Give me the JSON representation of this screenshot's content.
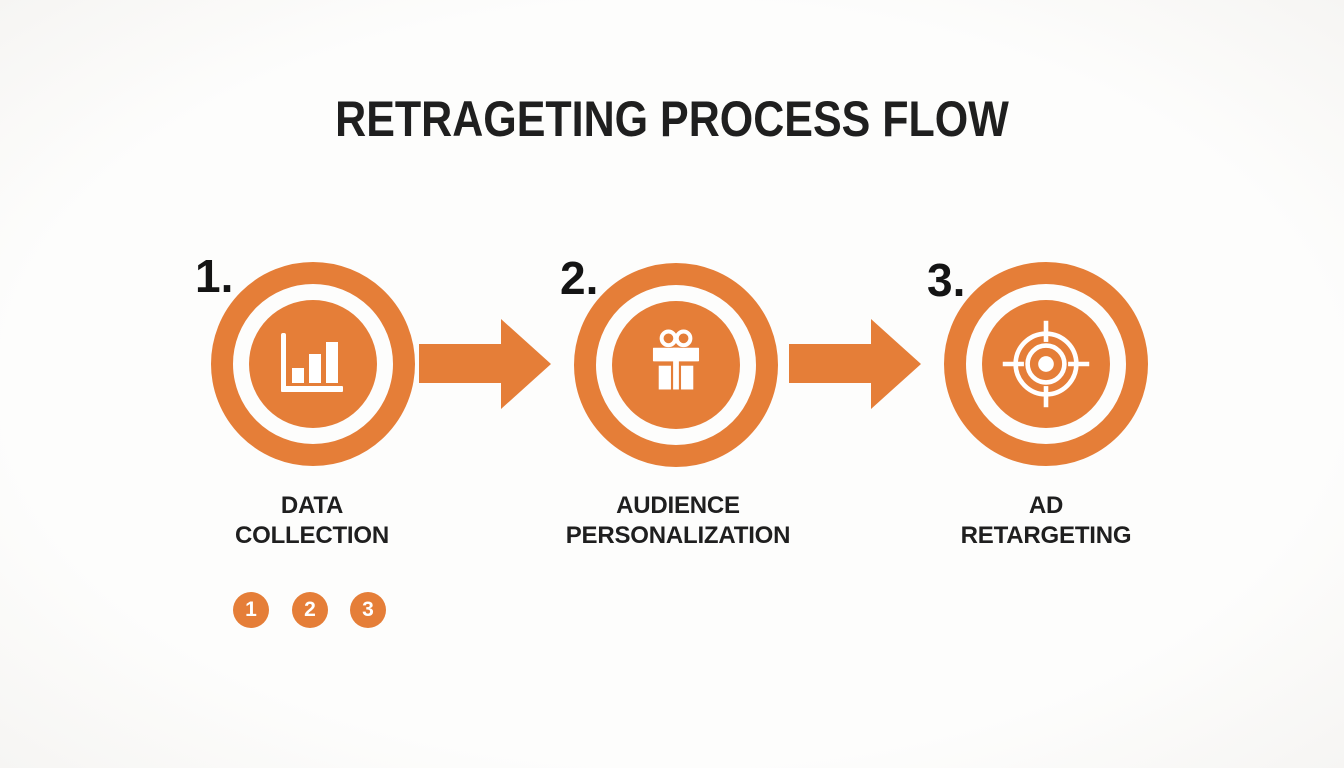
{
  "title": "RETRAGETING PROCESS FLOW",
  "colors": {
    "orange": "#E57E38",
    "text": "#1F1F1F",
    "icon_white": "#FFFFFF",
    "background": "#FDFDFC"
  },
  "steps": [
    {
      "number": "1.",
      "label_lines": [
        "DATA",
        "COLLECTION"
      ],
      "icon": "bar-chart-icon"
    },
    {
      "number": "2.",
      "label_lines": [
        "AUDIENCE",
        "PERSONALIZATION"
      ],
      "icon": "gift-icon"
    },
    {
      "number": "3.",
      "label_lines": [
        "AD",
        "RETARGETING"
      ],
      "icon": "target-icon"
    }
  ],
  "footer_badges": [
    "1",
    "2",
    "3"
  ]
}
